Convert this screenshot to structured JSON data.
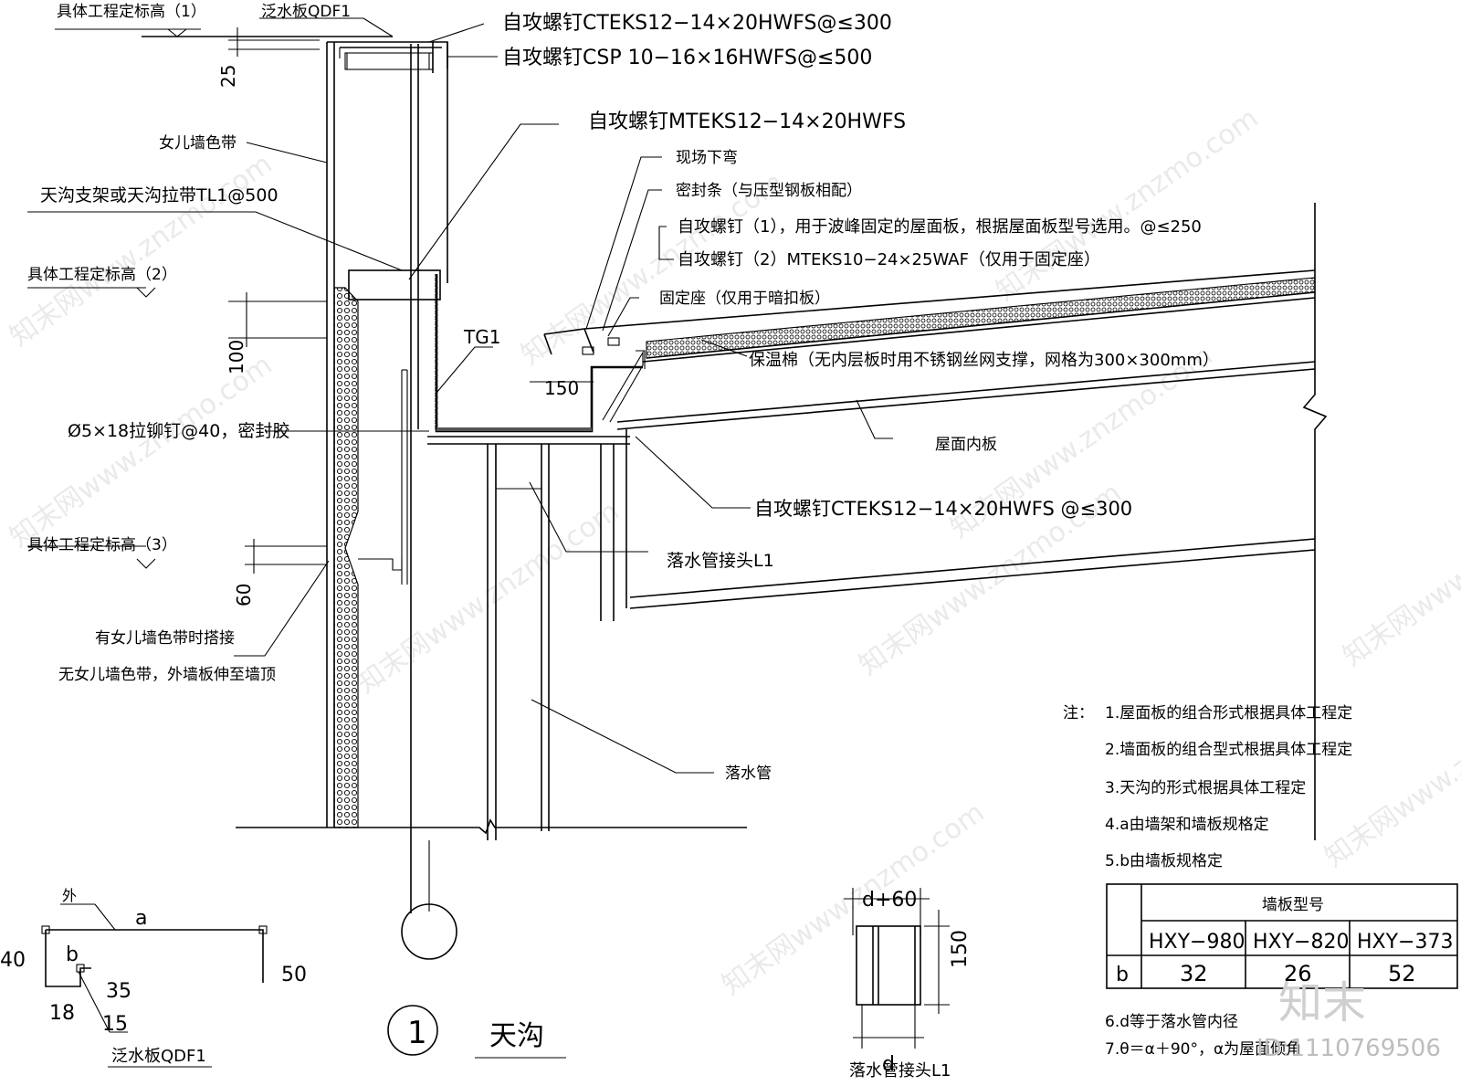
{
  "labels": {
    "elev1": "具体工程定标高（1）",
    "qdf1": "泛水板QDF1",
    "screw_ct300": "自攻螺钉CTEKS12−14×20HWFS@≤300",
    "screw_csp": "自攻螺钉CSP 10−16×16HWFS@≤500",
    "dim25": "25",
    "screw_mteks": "自攻螺钉MTEKS12−14×20HWFS",
    "parapet_band": "女儿墙色带",
    "field_bend": "现场下弯",
    "seal_strip": "密封条（与压型钢板相配）",
    "gutter_bracket": "天沟支架或天沟拉带TL1@500",
    "screw1": "自攻螺钉（1），用于波峰固定的屋面板，根据屋面板型号选用。@≤250",
    "screw2": "自攻螺钉（2）MTEKS10−24×25WAF（仅用于固定座）",
    "elev2": "具体工程定标高（2）",
    "fixing_seat": "固定座（仅用于暗扣板）",
    "tg1": "TG1",
    "insulation": "保温棉（无内层板时用不锈钢丝网支撑，网格为300×300mm）",
    "dim150": "150",
    "dim100": "100",
    "rivet": "Ø5×18拉铆钉@40，密封胶",
    "inner_panel": "屋面内板",
    "screw_ct300b": "自攻螺钉CTEKS12−14×20HWFS @≤300",
    "elev3": "具体工程定标高（3）",
    "downpipe_joint": "落水管接头L1",
    "dim60": "60",
    "lap_with": "有女儿墙色带时搭接",
    "lap_without": "无女儿墙色带，外墙板伸至墙顶",
    "downpipe": "落水管",
    "detail_no": "1",
    "detail_title": "天沟"
  },
  "notes": {
    "prefix": "注：",
    "items": [
      "1.屋面板的组合形式根据具体工程定",
      "2.墙面板的组合型式根据具体工程定",
      "3.天沟的形式根据具体工程定",
      "4.a由墙架和墙板规格定",
      "5.b由墙板规格定"
    ],
    "after": [
      "6.d等于落水管内径",
      "7.θ＝α＋90°，α为屋面倾角"
    ]
  },
  "table": {
    "header": "墙板型号",
    "columns": [
      "HXY−980",
      "HXY−820",
      "HXY−373"
    ],
    "row_label": "b",
    "values": [
      "32",
      "26",
      "52"
    ]
  },
  "flashing": {
    "outer": "外",
    "a": "a",
    "b": "b",
    "d40": "40",
    "d50": "50",
    "d35": "35",
    "d18": "18",
    "d15": "15",
    "caption": "泛水板QDF1"
  },
  "joint": {
    "d_plus_60": "d+60",
    "d150": "150",
    "d_label": "d",
    "caption": "落水管接头L1"
  },
  "brand": {
    "logo": "知末",
    "id": "ID:1110769506",
    "watermark": "知末网www.znzmo.com"
  }
}
